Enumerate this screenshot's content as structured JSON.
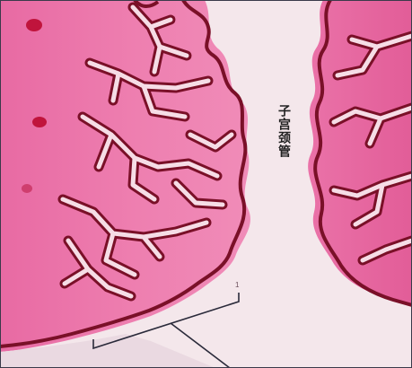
{
  "labels": {
    "canal": "子宫颈管",
    "callout_number": "1"
  },
  "colors": {
    "background": "#f3e6ea",
    "stroma": "#e46ea2",
    "stroma_dark": "#d94f8c",
    "epithelium_outline": "#7a1028",
    "gland_lumen": "#f5dce5",
    "lumen_canal": "#f7eff2",
    "leader_line": "#2a2a3a",
    "frame": "#3a3a4a"
  },
  "icons": {
    "tissue": "cervical-tissue-section",
    "callout": "bracket-leader"
  }
}
